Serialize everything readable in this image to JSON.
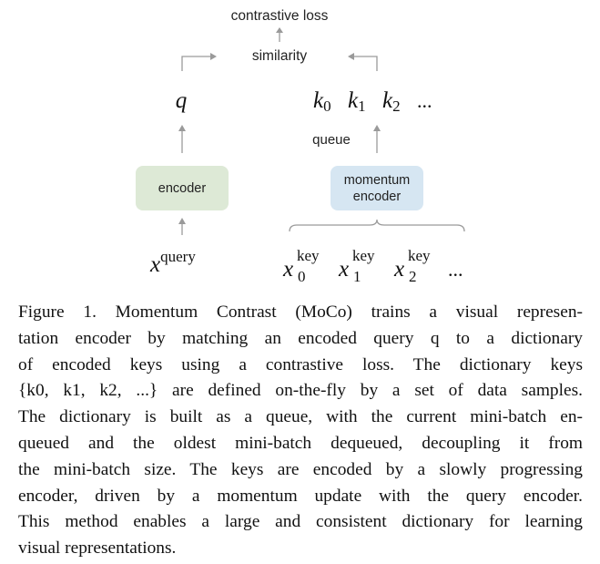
{
  "figure": {
    "contrastive_loss": "contrastive loss",
    "similarity": "similarity",
    "q": "q",
    "keys": [
      {
        "base": "k",
        "sub": "0"
      },
      {
        "base": "k",
        "sub": "1"
      },
      {
        "base": "k",
        "sub": "2"
      }
    ],
    "keys_ellipsis": "...",
    "queue": "queue",
    "encoder": "encoder",
    "momentum_encoder_line1": "momentum",
    "momentum_encoder_line2": "encoder",
    "x_query": {
      "base": "x",
      "sup": "query"
    },
    "x_keys": [
      {
        "base": "x",
        "sup": "key",
        "sub": "0"
      },
      {
        "base": "x",
        "sup": "key",
        "sub": "1"
      },
      {
        "base": "x",
        "sup": "key",
        "sub": "2"
      }
    ],
    "x_ellipsis": "...",
    "colors": {
      "encoder_box": "#dde9d6",
      "momentum_box": "#d6e6f2",
      "arrow": "#9a9a9a"
    }
  },
  "caption": {
    "lines": [
      "Figure 1. Momentum Contrast (MoCo) trains a visual represen-",
      "tation encoder by matching an encoded query q to a dictionary",
      "of encoded keys using a contrastive loss.  The dictionary keys",
      "{k0, k1, k2, ...} are defined on-the-fly by a set of data samples.",
      "The dictionary is built as a queue, with the current mini-batch en-",
      "queued and the oldest mini-batch dequeued, decoupling it from",
      "the mini-batch size. The keys are encoded by a slowly progressing",
      "encoder, driven by a momentum update with the query encoder.",
      "This method enables a large and consistent dictionary for learning",
      "visual representations."
    ]
  }
}
